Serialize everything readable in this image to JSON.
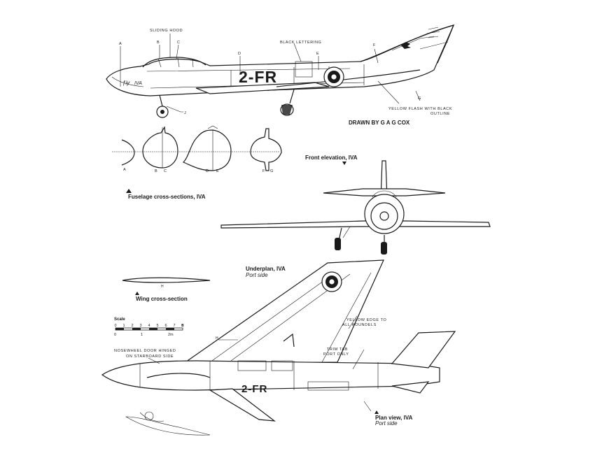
{
  "side_view": {
    "labels": {
      "sliding_hood": "SLIDING HOOD",
      "black_lettering": "BLACK LETTERING",
      "yellow_flash": [
        "YELLOW FLASH WITH BLACK",
        "OUTLINE"
      ],
      "registration": "2-FR",
      "nose_script": "IVA",
      "letters": {
        "A": "A",
        "B": "B",
        "C": "C",
        "D": "D",
        "E": "E",
        "F": "F",
        "G": "G",
        "J": "J"
      }
    }
  },
  "credit": "DRAWN BY G A G COX",
  "cross_sections": {
    "caption": "Fuselage cross-sections, IVA",
    "letters": [
      "A",
      "B",
      "C",
      "D",
      "E",
      "F",
      "G"
    ]
  },
  "front_elevation": {
    "caption": "Front elevation, IVA"
  },
  "wing_section": {
    "caption": "Wing cross-section",
    "letter": "H"
  },
  "scale": {
    "title": "Scale",
    "ft_ticks": [
      "0",
      "1",
      "2",
      "3",
      "4",
      "5",
      "6",
      "7",
      "8"
    ],
    "ft_unit": "ft",
    "m_ticks": [
      "0",
      "1",
      "2m"
    ]
  },
  "underplan": {
    "caption": "Underplan, IVA",
    "subcaption": "Port side",
    "yellow_edge": [
      "YELLOW EDGE TO",
      "ALL ROUNDELS"
    ],
    "nosewheel_door": [
      "NOSEWHEEL DOOR HINGED",
      "ON STARBOARD SIDE"
    ],
    "trim_tab": [
      "TRIM TAB",
      "PORT ONLY"
    ],
    "letter_h": "H",
    "registration": "2-FR"
  },
  "plan_view": {
    "caption": "Plan view, IVA",
    "subcaption": "Port side"
  }
}
